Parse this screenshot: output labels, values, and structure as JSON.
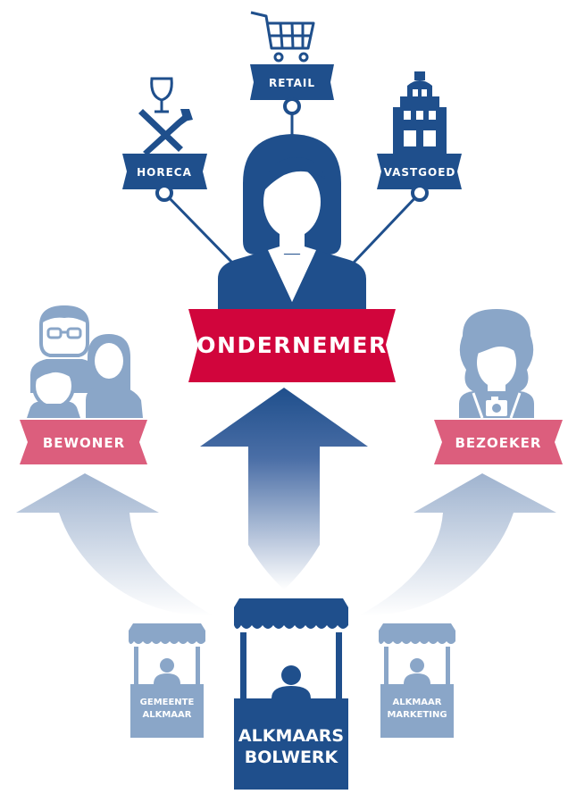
{
  "colors": {
    "navy": "#1f4f8c",
    "light_blue": "#8aa6c8",
    "red": "#d1053c",
    "pink": "#dc5e7d",
    "white": "#ffffff"
  },
  "sectors": {
    "retail": {
      "label": "RETAIL",
      "icon": "shopping-cart-icon"
    },
    "horeca": {
      "label": "HORECA",
      "icon": "wine-glass-knife-fork-icon"
    },
    "vastgoed": {
      "label": "VASTGOED",
      "icon": "canal-house-icon"
    }
  },
  "center": {
    "label": "ONDERNEMER",
    "icon": "businesswoman-icon"
  },
  "left": {
    "label": "BEWONER",
    "icon": "family-icon"
  },
  "right": {
    "label": "BEZOEKER",
    "icon": "tourist-with-camera-icon"
  },
  "stalls": {
    "main": {
      "line1": "ALKMAARS",
      "line2": "BOLWERK",
      "icon": "market-stall-icon"
    },
    "left": {
      "line1": "GEMEENTE",
      "line2": "ALKMAAR",
      "icon": "market-stall-icon"
    },
    "right": {
      "line1": "ALKMAAR",
      "line2": "MARKETING",
      "icon": "market-stall-icon"
    }
  }
}
